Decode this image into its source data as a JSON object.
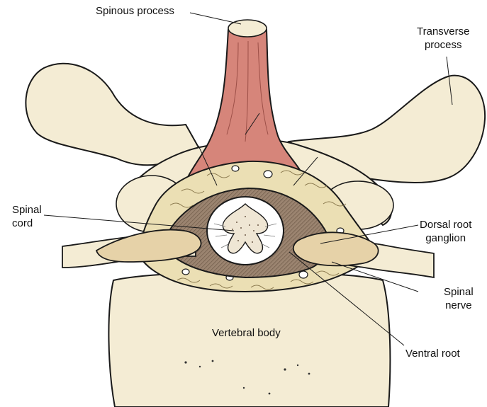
{
  "labels": {
    "spinous_process": "Spinous process",
    "transverse_process": [
      "Transverse",
      "process"
    ],
    "spinal_cord": [
      "Spinal",
      "cord"
    ],
    "dorsal_root_ganglion": [
      "Dorsal root",
      "ganglion"
    ],
    "spinal_nerve": [
      "Spinal",
      "nerve"
    ],
    "vertebral_body": "Vertebral body",
    "ventral_root": "Ventral root"
  },
  "colors": {
    "bone": "#f4ecd4",
    "fat": "#ebdfb4",
    "spinous_ligament": "#d6857a",
    "canal": "#8a7562",
    "cord": "#ffffff",
    "nerve": "#e6d2a8",
    "outline": "#1a1a1a"
  }
}
